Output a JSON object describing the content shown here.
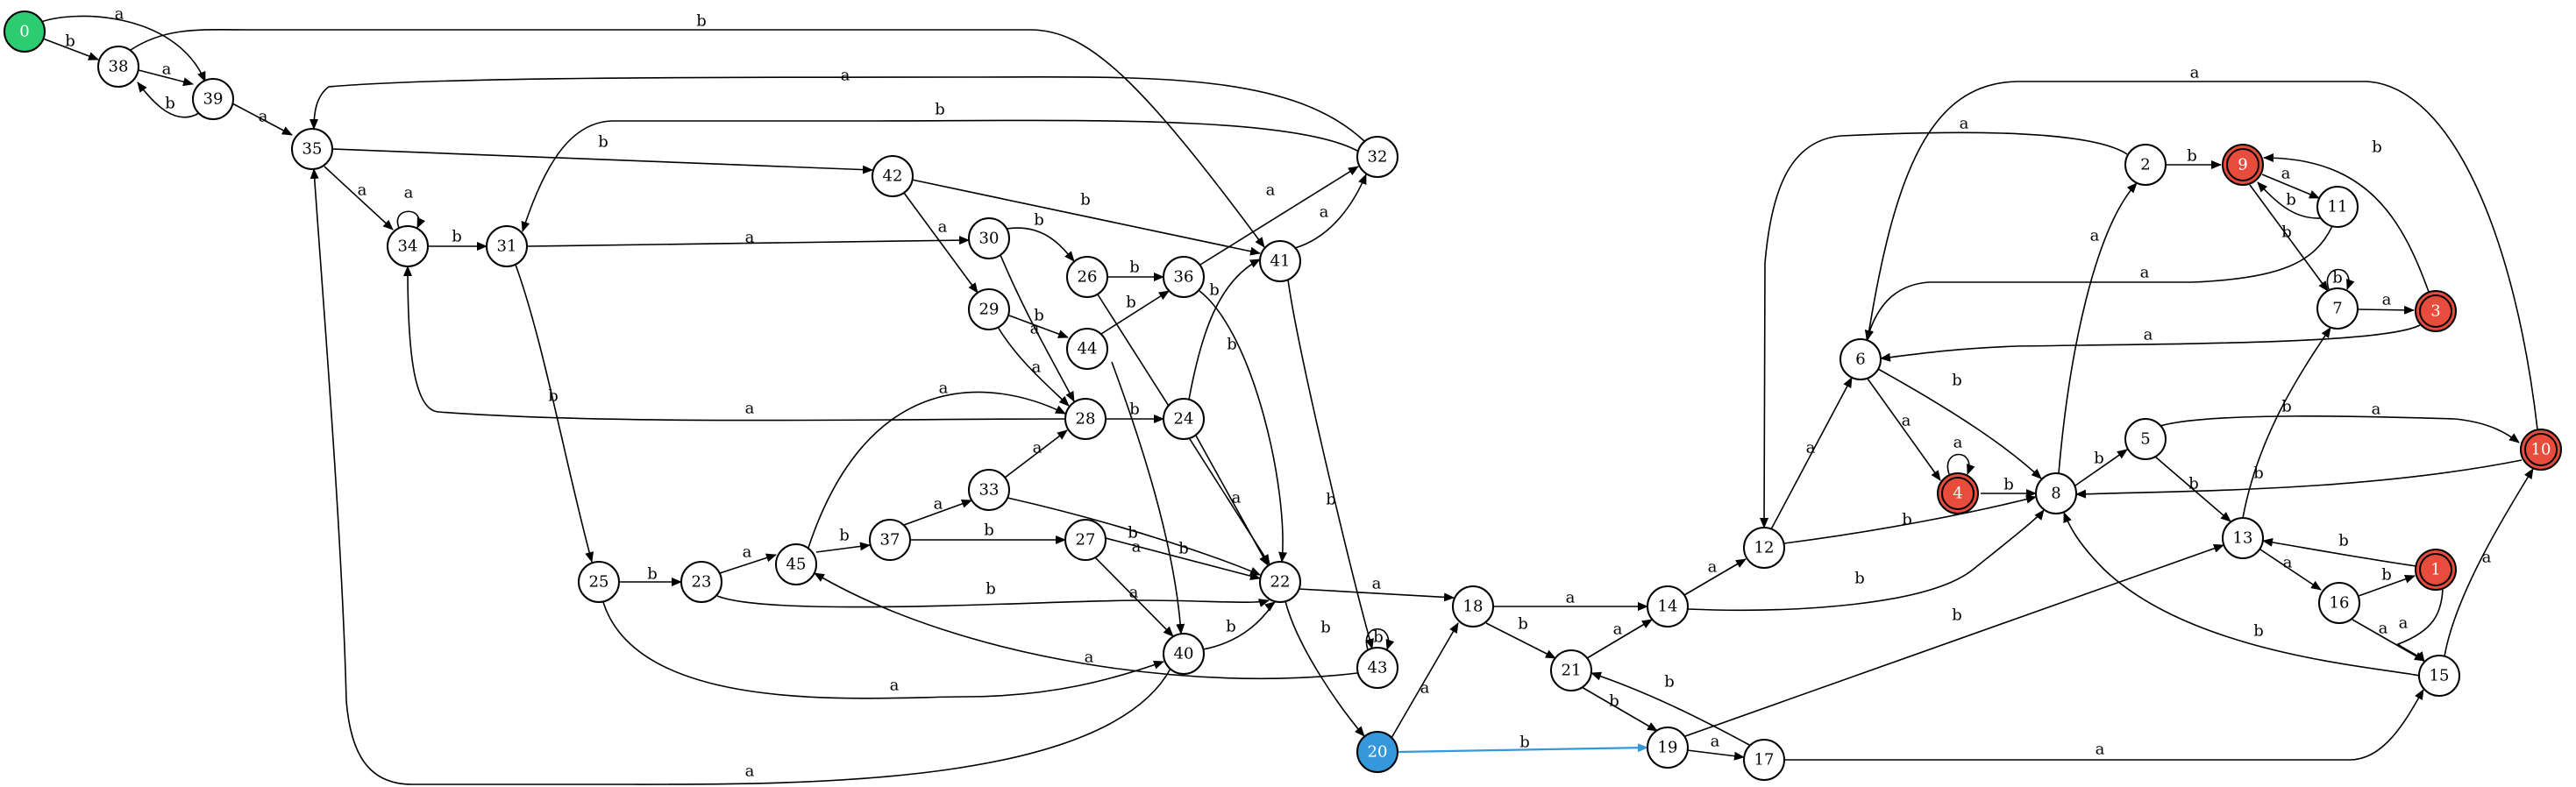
{
  "colors": {
    "start": "#2ecc71",
    "accept": "#e74c3c",
    "current": "#3498db",
    "highlight_edge": "#3498db",
    "default_fill": "#ffffff",
    "stroke": "#000000"
  },
  "states": [
    {
      "id": "0",
      "kind": "start"
    },
    {
      "id": "38",
      "kind": "normal"
    },
    {
      "id": "39",
      "kind": "normal"
    },
    {
      "id": "35",
      "kind": "normal"
    },
    {
      "id": "34",
      "kind": "normal"
    },
    {
      "id": "31",
      "kind": "normal"
    },
    {
      "id": "25",
      "kind": "normal"
    },
    {
      "id": "23",
      "kind": "normal"
    },
    {
      "id": "45",
      "kind": "normal"
    },
    {
      "id": "37",
      "kind": "normal"
    },
    {
      "id": "33",
      "kind": "normal"
    },
    {
      "id": "27",
      "kind": "normal"
    },
    {
      "id": "42",
      "kind": "normal"
    },
    {
      "id": "30",
      "kind": "normal"
    },
    {
      "id": "29",
      "kind": "normal"
    },
    {
      "id": "28",
      "kind": "normal"
    },
    {
      "id": "26",
      "kind": "normal"
    },
    {
      "id": "44",
      "kind": "normal"
    },
    {
      "id": "24",
      "kind": "normal"
    },
    {
      "id": "40",
      "kind": "normal"
    },
    {
      "id": "36",
      "kind": "normal"
    },
    {
      "id": "41",
      "kind": "normal"
    },
    {
      "id": "22",
      "kind": "normal"
    },
    {
      "id": "32",
      "kind": "normal"
    },
    {
      "id": "43",
      "kind": "normal"
    },
    {
      "id": "20",
      "kind": "current"
    },
    {
      "id": "18",
      "kind": "normal"
    },
    {
      "id": "21",
      "kind": "normal"
    },
    {
      "id": "19",
      "kind": "normal"
    },
    {
      "id": "17",
      "kind": "normal"
    },
    {
      "id": "14",
      "kind": "normal"
    },
    {
      "id": "12",
      "kind": "normal"
    },
    {
      "id": "6",
      "kind": "normal"
    },
    {
      "id": "4",
      "kind": "accept"
    },
    {
      "id": "8",
      "kind": "normal"
    },
    {
      "id": "2",
      "kind": "normal"
    },
    {
      "id": "9",
      "kind": "accept"
    },
    {
      "id": "11",
      "kind": "normal"
    },
    {
      "id": "7",
      "kind": "normal"
    },
    {
      "id": "3",
      "kind": "accept"
    },
    {
      "id": "5",
      "kind": "normal"
    },
    {
      "id": "13",
      "kind": "normal"
    },
    {
      "id": "16",
      "kind": "normal"
    },
    {
      "id": "1",
      "kind": "accept"
    },
    {
      "id": "15",
      "kind": "normal"
    },
    {
      "id": "10",
      "kind": "accept"
    }
  ],
  "transitions": [
    {
      "from": "0",
      "to": "39",
      "label": "a"
    },
    {
      "from": "0",
      "to": "38",
      "label": "b"
    },
    {
      "from": "38",
      "to": "39",
      "label": "a"
    },
    {
      "from": "38",
      "to": "41",
      "label": "b"
    },
    {
      "from": "39",
      "to": "35",
      "label": "a"
    },
    {
      "from": "39",
      "to": "38",
      "label": "b"
    },
    {
      "from": "35",
      "to": "34",
      "label": "a"
    },
    {
      "from": "35",
      "to": "42",
      "label": "b"
    },
    {
      "from": "34",
      "to": "34",
      "label": "a"
    },
    {
      "from": "34",
      "to": "31",
      "label": "b"
    },
    {
      "from": "31",
      "to": "30",
      "label": "a"
    },
    {
      "from": "31",
      "to": "25",
      "label": "b"
    },
    {
      "from": "25",
      "to": "40",
      "label": "a"
    },
    {
      "from": "25",
      "to": "23",
      "label": "b"
    },
    {
      "from": "23",
      "to": "45",
      "label": "a"
    },
    {
      "from": "23",
      "to": "22",
      "label": "b"
    },
    {
      "from": "45",
      "to": "28",
      "label": "a"
    },
    {
      "from": "45",
      "to": "37",
      "label": "b"
    },
    {
      "from": "37",
      "to": "33",
      "label": "a"
    },
    {
      "from": "37",
      "to": "27",
      "label": "b"
    },
    {
      "from": "33",
      "to": "28",
      "label": "a"
    },
    {
      "from": "33",
      "to": "22",
      "label": "b"
    },
    {
      "from": "27",
      "to": "40",
      "label": "a"
    },
    {
      "from": "27",
      "to": "22",
      "label": "b"
    },
    {
      "from": "42",
      "to": "29",
      "label": "a"
    },
    {
      "from": "42",
      "to": "41",
      "label": "b"
    },
    {
      "from": "30",
      "to": "28",
      "label": "a"
    },
    {
      "from": "30",
      "to": "26",
      "label": "b"
    },
    {
      "from": "29",
      "to": "28",
      "label": "a"
    },
    {
      "from": "29",
      "to": "44",
      "label": "b"
    },
    {
      "from": "28",
      "to": "34",
      "label": "a"
    },
    {
      "from": "28",
      "to": "24",
      "label": "b"
    },
    {
      "from": "26",
      "to": "22",
      "label": "a"
    },
    {
      "from": "26",
      "to": "36",
      "label": "b"
    },
    {
      "from": "44",
      "to": "40",
      "label": "a"
    },
    {
      "from": "44",
      "to": "36",
      "label": "b"
    },
    {
      "from": "24",
      "to": "22",
      "label": "a"
    },
    {
      "from": "24",
      "to": "41",
      "label": "b"
    },
    {
      "from": "40",
      "to": "35",
      "label": "a"
    },
    {
      "from": "40",
      "to": "22",
      "label": "b"
    },
    {
      "from": "36",
      "to": "32",
      "label": "a"
    },
    {
      "from": "36",
      "to": "22",
      "label": "b"
    },
    {
      "from": "41",
      "to": "32",
      "label": "a"
    },
    {
      "from": "41",
      "to": "43",
      "label": "b"
    },
    {
      "from": "32",
      "to": "35",
      "label": "a"
    },
    {
      "from": "32",
      "to": "31",
      "label": "b"
    },
    {
      "from": "22",
      "to": "18",
      "label": "a"
    },
    {
      "from": "22",
      "to": "20",
      "label": "b"
    },
    {
      "from": "43",
      "to": "45",
      "label": "a"
    },
    {
      "from": "43",
      "to": "43",
      "label": "b"
    },
    {
      "from": "20",
      "to": "18",
      "label": "a"
    },
    {
      "from": "20",
      "to": "19",
      "label": "b",
      "highlight": true
    },
    {
      "from": "18",
      "to": "14",
      "label": "a"
    },
    {
      "from": "18",
      "to": "21",
      "label": "b"
    },
    {
      "from": "21",
      "to": "14",
      "label": "a"
    },
    {
      "from": "21",
      "to": "19",
      "label": "b"
    },
    {
      "from": "19",
      "to": "17",
      "label": "a"
    },
    {
      "from": "19",
      "to": "13",
      "label": "b"
    },
    {
      "from": "17",
      "to": "15",
      "label": "a"
    },
    {
      "from": "17",
      "to": "21",
      "label": "b"
    },
    {
      "from": "14",
      "to": "12",
      "label": "a"
    },
    {
      "from": "14",
      "to": "8",
      "label": "b"
    },
    {
      "from": "12",
      "to": "6",
      "label": "a"
    },
    {
      "from": "12",
      "to": "8",
      "label": "b"
    },
    {
      "from": "6",
      "to": "4",
      "label": "a"
    },
    {
      "from": "6",
      "to": "8",
      "label": "b"
    },
    {
      "from": "4",
      "to": "4",
      "label": "a"
    },
    {
      "from": "4",
      "to": "8",
      "label": "b"
    },
    {
      "from": "8",
      "to": "2",
      "label": "a"
    },
    {
      "from": "8",
      "to": "5",
      "label": "b"
    },
    {
      "from": "2",
      "to": "12",
      "label": "a"
    },
    {
      "from": "2",
      "to": "9",
      "label": "b"
    },
    {
      "from": "9",
      "to": "11",
      "label": "a"
    },
    {
      "from": "9",
      "to": "7",
      "label": "b"
    },
    {
      "from": "11",
      "to": "6",
      "label": "a"
    },
    {
      "from": "11",
      "to": "9",
      "label": "b"
    },
    {
      "from": "7",
      "to": "3",
      "label": "a"
    },
    {
      "from": "7",
      "to": "7",
      "label": "b"
    },
    {
      "from": "3",
      "to": "6",
      "label": "a"
    },
    {
      "from": "3",
      "to": "9",
      "label": "b"
    },
    {
      "from": "5",
      "to": "10",
      "label": "a"
    },
    {
      "from": "5",
      "to": "13",
      "label": "b"
    },
    {
      "from": "13",
      "to": "16",
      "label": "a"
    },
    {
      "from": "13",
      "to": "7",
      "label": "b"
    },
    {
      "from": "16",
      "to": "15",
      "label": "a"
    },
    {
      "from": "16",
      "to": "1",
      "label": "b"
    },
    {
      "from": "1",
      "to": "15",
      "label": "a"
    },
    {
      "from": "1",
      "to": "13",
      "label": "b"
    },
    {
      "from": "15",
      "to": "10",
      "label": "a"
    },
    {
      "from": "15",
      "to": "8",
      "label": "b"
    },
    {
      "from": "10",
      "to": "6",
      "label": "a"
    },
    {
      "from": "10",
      "to": "8",
      "label": "b"
    }
  ]
}
